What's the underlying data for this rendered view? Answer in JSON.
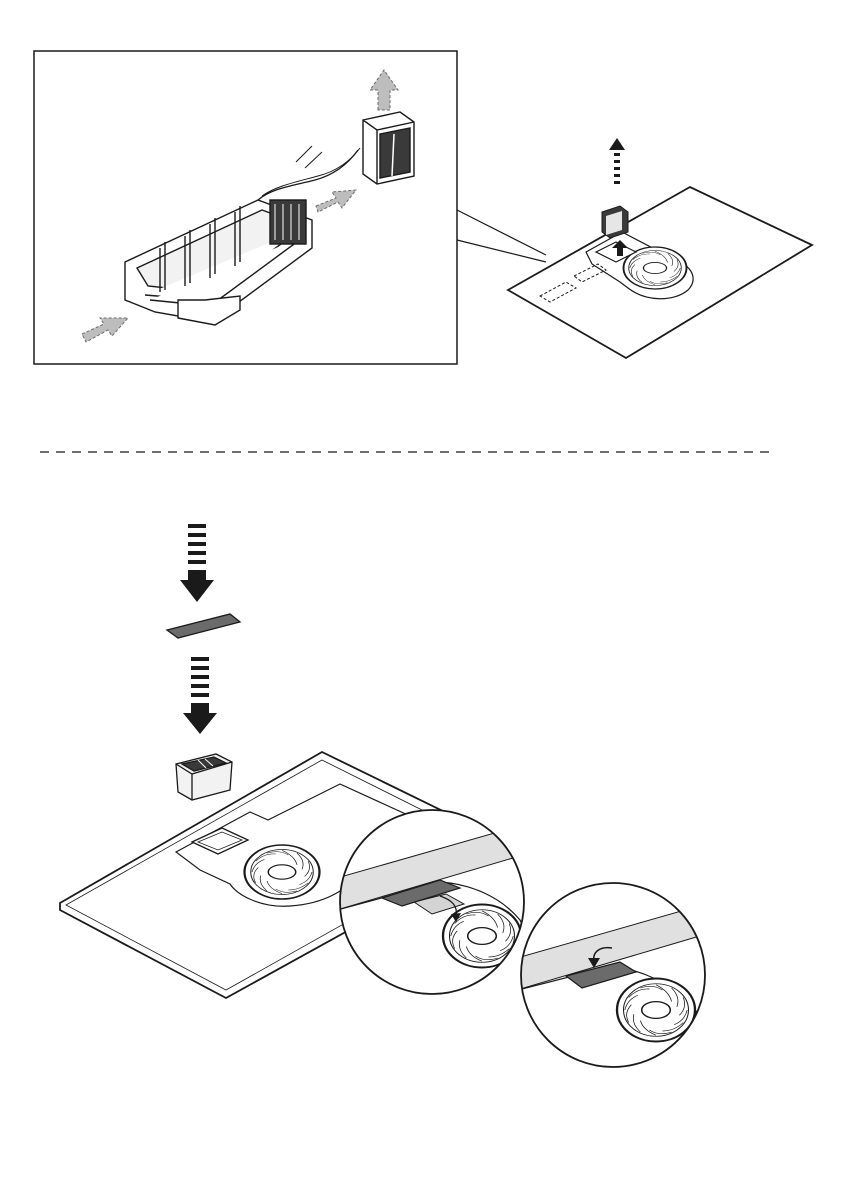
{
  "colors": {
    "line": "#1a1a1a",
    "dark_fill": "#6b6b6b",
    "mid_fill": "#a6a6a6",
    "light_fill": "#d9d9d9",
    "background": "#ffffff"
  },
  "figures": {
    "top_panel": {
      "detail_box": "filter-unit-airflow-detail",
      "overview": "hob-with-filter-removal",
      "arrows": [
        "up-arrow-icon",
        "airflow-arrow-icon",
        "up-arrow-icon"
      ]
    },
    "bottom_panel": {
      "steps": [
        "insert-filter-mat",
        "insert-filter-cassette",
        "place-cover-on-opening",
        "cover-closed"
      ],
      "arrows": [
        "down-arrow-icon",
        "down-arrow-icon",
        "curved-arrow-icon",
        "curved-arrow-icon"
      ]
    }
  }
}
